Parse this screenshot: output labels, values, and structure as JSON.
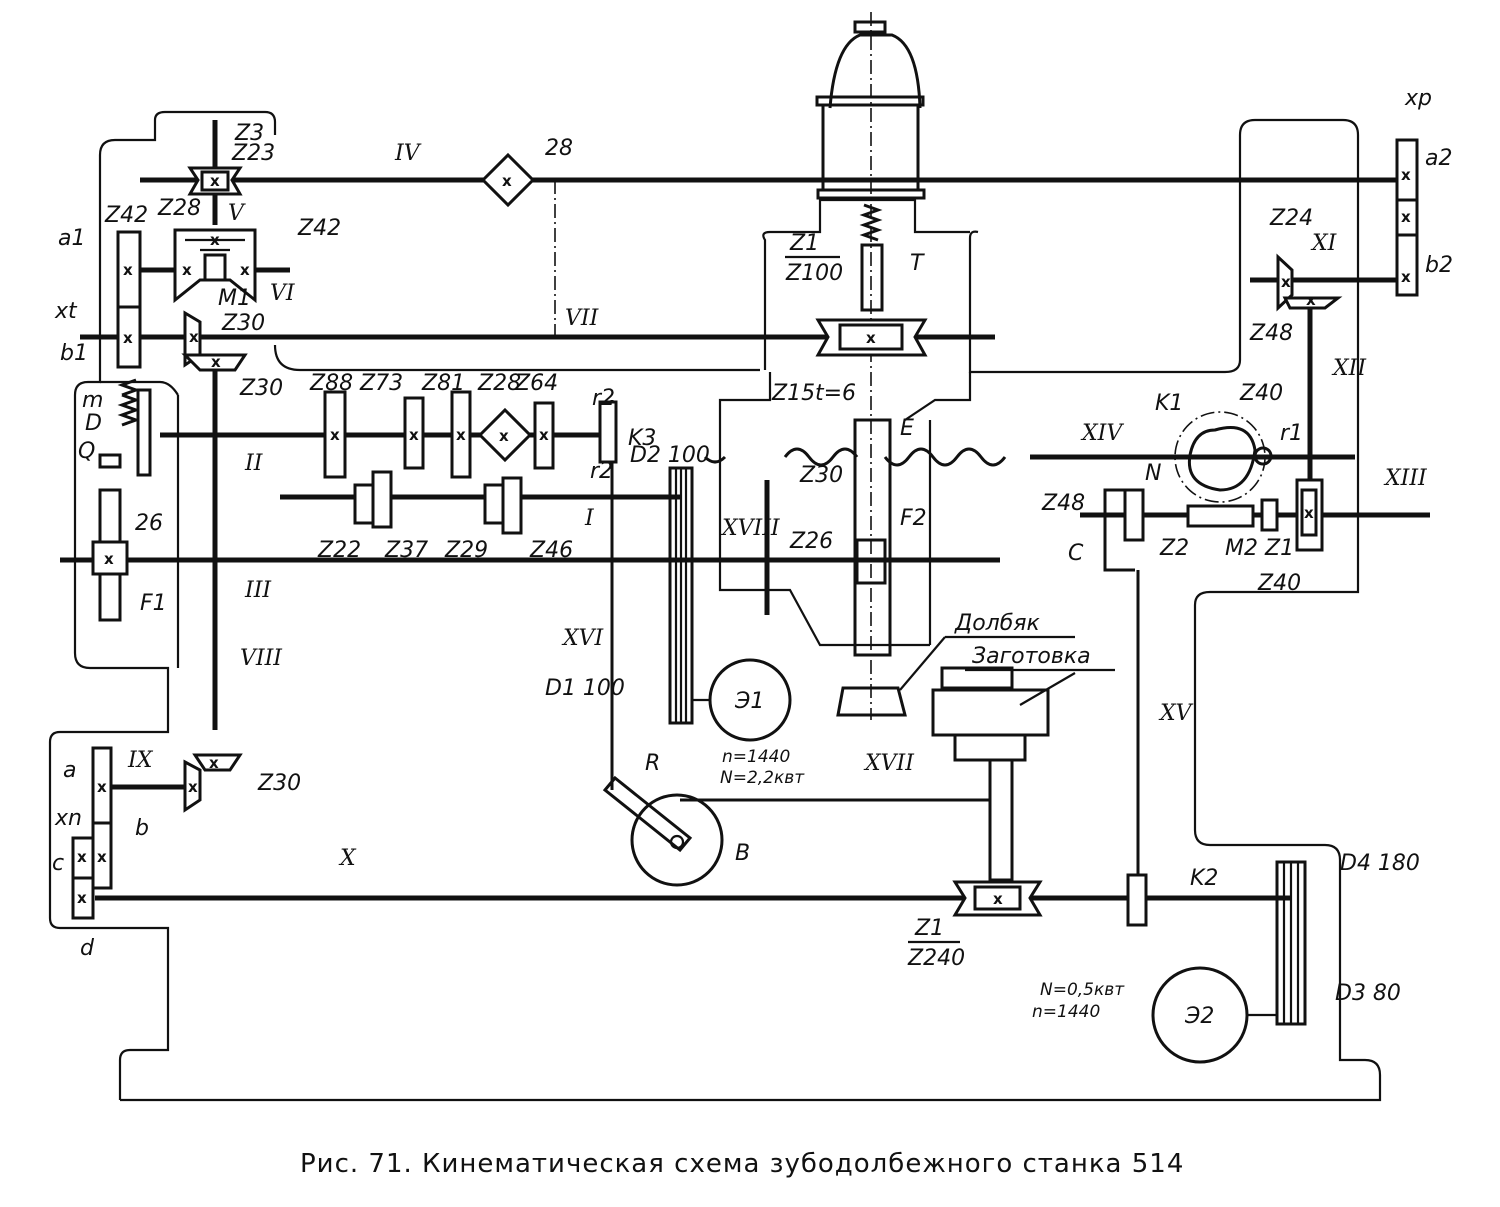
{
  "caption": "Рис. 71. Кинематическая схема зубодолбежного станка 514",
  "shafts": {
    "I": "I",
    "II": "II",
    "III": "III",
    "IV": "IV",
    "V": "V",
    "VI": "VI",
    "VII": "VII",
    "VIII": "VIII",
    "IX": "IX",
    "X": "X",
    "XI": "XI",
    "XII": "XII",
    "XIII": "XIII",
    "XIV": "XIV",
    "XV": "XV",
    "XVI": "XVI",
    "XVII": "XVII",
    "XVIII": "XVIII"
  },
  "gears": {
    "z3": "Z3",
    "z23": "Z23",
    "z28_top": "Z28",
    "z42_left": "Z42",
    "z42_right": "Z42",
    "m1": "M1",
    "z30_a": "Z30",
    "z30_b": "Z30",
    "z30_c": "Z30",
    "z30_slider": "Z30",
    "z88": "Z88",
    "z73": "Z73",
    "z81": "Z81",
    "z28_mid": "Z28",
    "z64": "Z64",
    "z22": "Z22",
    "z37": "Z37",
    "z29": "Z29",
    "z46": "Z46",
    "z15": "Z15",
    "t6": "t=6",
    "z26": "Z26",
    "z1_100_num": "Z1",
    "z1_100_den": "Z100",
    "z1_240_num": "Z1",
    "z1_240_den": "Z240",
    "z24": "Z24",
    "z48_top": "Z48",
    "z40_cam": "Z40",
    "z48_left": "Z48",
    "z2": "Z2",
    "m2": "M2",
    "z1_worm": "Z1",
    "z40_worm": "Z40",
    "worm28": "28",
    "rack26": "26"
  },
  "labels": {
    "a1": "a1",
    "b1": "b1",
    "xt": "xt",
    "a2": "a2",
    "b2": "b2",
    "xp": "xp",
    "a": "a",
    "b": "b",
    "c": "c",
    "d": "d",
    "xn": "xn",
    "m": "m",
    "D": "D",
    "Q": "Q",
    "F1": "F1",
    "F2": "F2",
    "E": "E",
    "T": "T",
    "r2_top": "r2",
    "r2_bot": "r2",
    "r1": "r1",
    "K1": "K1",
    "K2": "K2",
    "K3": "K3",
    "N": "N",
    "C": "C",
    "R": "R",
    "B": "B",
    "D2": "D2 100",
    "D1": "D1 100",
    "D4": "D4 180",
    "D3": "D3 80",
    "E1": "Э1",
    "E2": "Э2",
    "motor1_n": "n=1440",
    "motor1_N": "N=2,2квт",
    "motor2_N": "N=0,5квт",
    "motor2_n": "n=1440",
    "cutter": "Долбяк",
    "workpiece": "Заготовка"
  }
}
